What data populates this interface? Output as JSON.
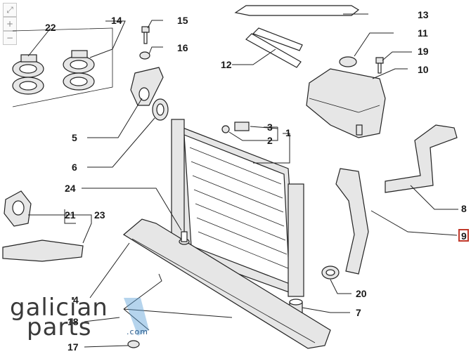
{
  "toolbar": {
    "icons": [
      "fit-to-screen-icon",
      "zoom-in-icon",
      "zoom-out-icon"
    ]
  },
  "callouts": {
    "c1": "1",
    "c2": "2",
    "c3": "3",
    "c4": "4",
    "c5": "5",
    "c6": "6",
    "c7": "7",
    "c8": "8",
    "c9": "9",
    "c10": "10",
    "c11": "11",
    "c12": "12",
    "c13": "13",
    "c14": "14",
    "c15": "15",
    "c16": "16",
    "c17": "17",
    "c18": "18",
    "c19": "19",
    "c20": "20",
    "c21": "21",
    "c22": "22",
    "c23": "23",
    "c24": "24"
  },
  "highlighted_part": "9",
  "watermark": {
    "line1": "galician",
    "line2": "parts",
    "suffix": ".com"
  },
  "colors": {
    "highlight": "#c0392b",
    "watermark_accent": "#5aa0d8"
  }
}
